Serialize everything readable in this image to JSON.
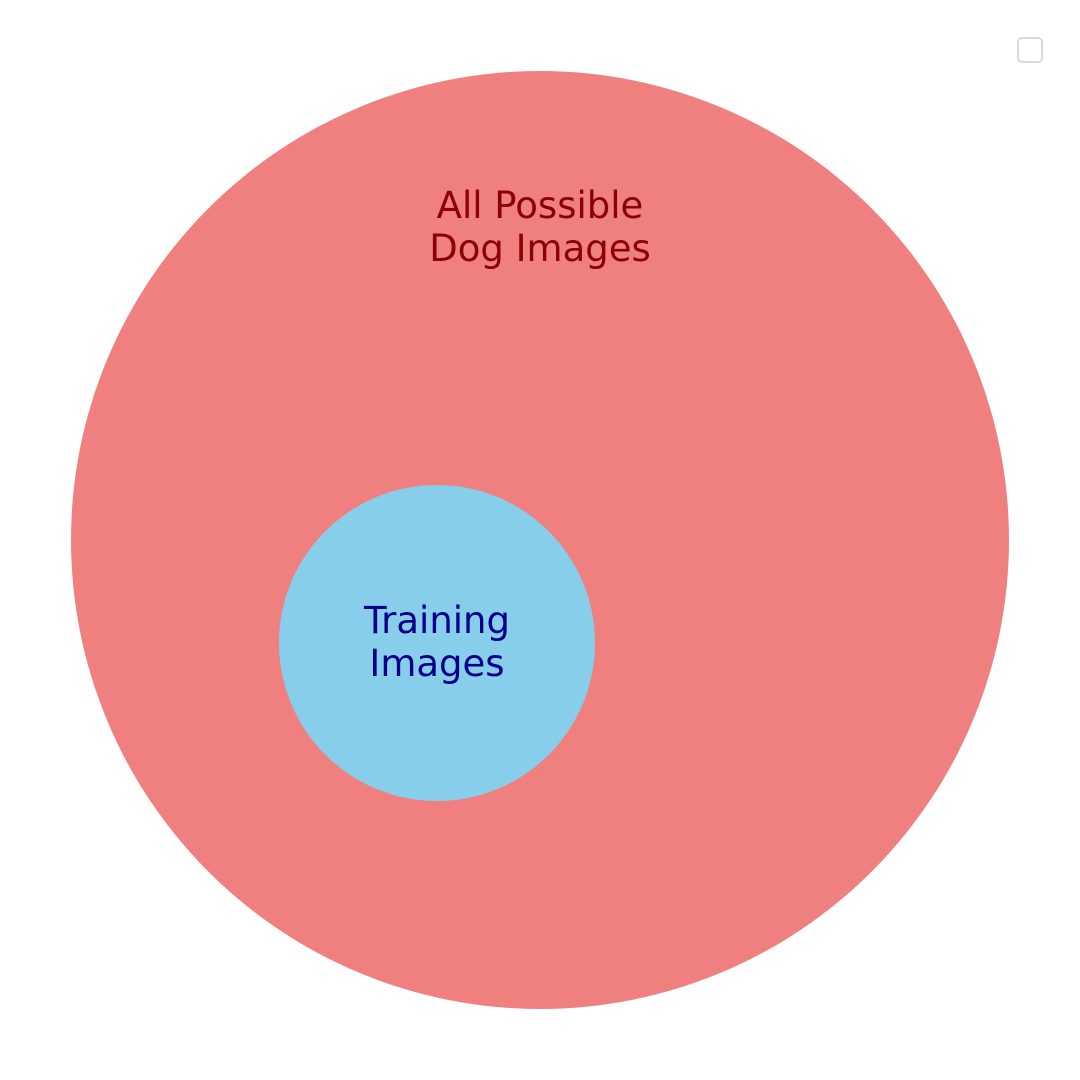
{
  "diagram": {
    "outer": {
      "label_lines": [
        "All Possible",
        "Dog Images"
      ],
      "fill": "#f08080",
      "text_color": "#8b0000"
    },
    "inner": {
      "label_lines": [
        "Training",
        "Images"
      ],
      "fill": "#87ceeb",
      "text_color": "#00008b"
    }
  },
  "page": {
    "background": "#ffffff"
  }
}
